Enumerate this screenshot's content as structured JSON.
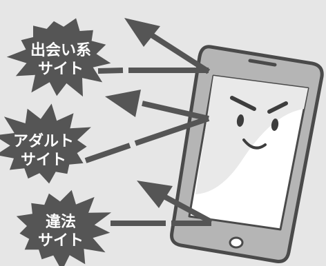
{
  "colors": {
    "background": "#e6e6e6",
    "burst": "#555555",
    "arrow": "#555555",
    "phone_body": "#b5b5b5",
    "phone_outline": "#4a4a4a",
    "screen": "#ffffff",
    "face": "#3d3d3d"
  },
  "labels": [
    {
      "id": "dating",
      "lines": [
        "出会い系",
        "サイト"
      ]
    },
    {
      "id": "adult",
      "lines": [
        "アダルト",
        "サイト"
      ]
    },
    {
      "id": "illegal",
      "lines": [
        "違法",
        "サイト"
      ]
    }
  ],
  "icons": {
    "phone": "smartphone-icon",
    "face": "angry-grin-face-icon",
    "arrow": "arrow-icon",
    "burst": "explosion-burst-icon"
  }
}
